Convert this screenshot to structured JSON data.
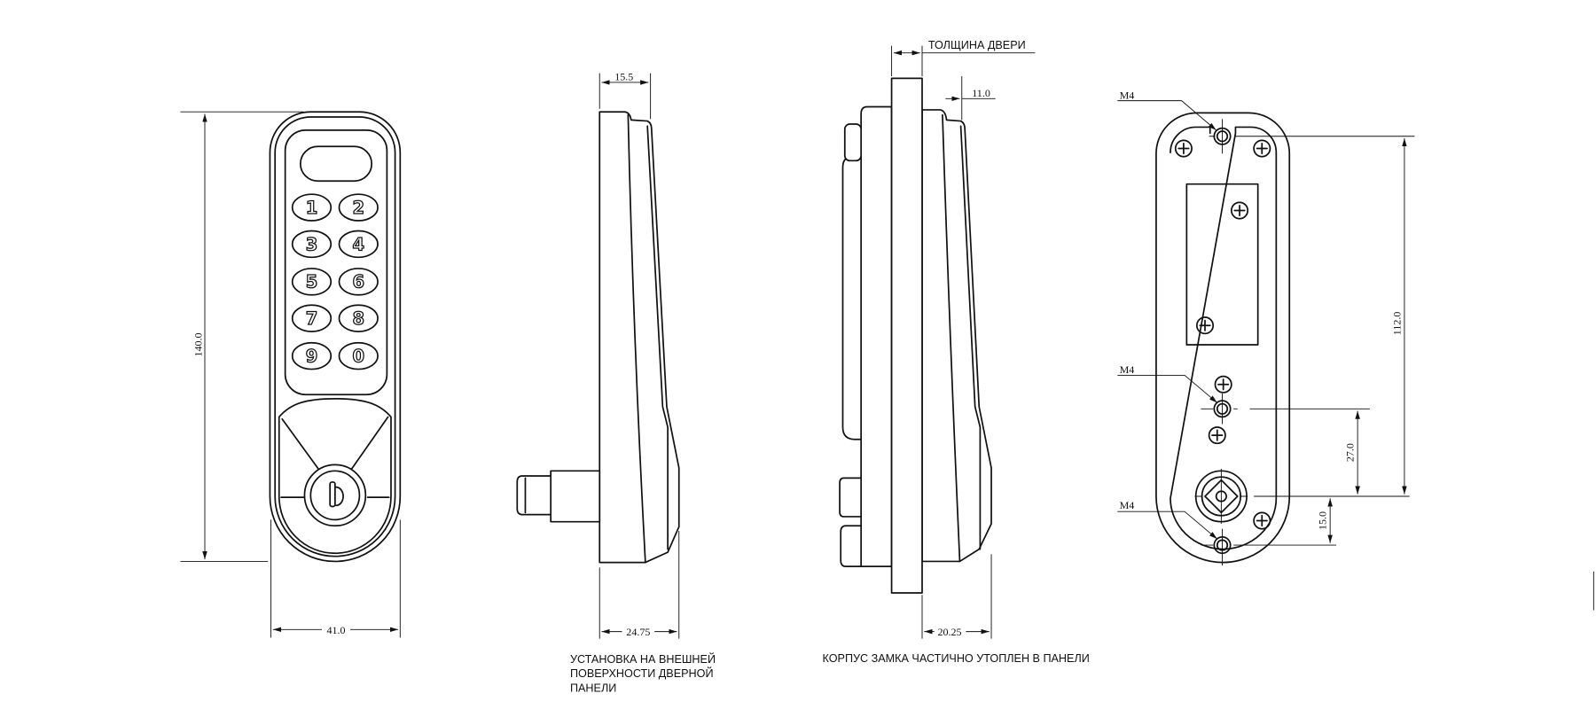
{
  "front_view": {
    "keypad_keys": [
      "1",
      "2",
      "3",
      "4",
      "5",
      "6",
      "7",
      "8",
      "9",
      "0"
    ],
    "height_dim": "140.0",
    "width_dim": "41.0"
  },
  "side_view_surface": {
    "depth_top_dim": "15.5",
    "depth_bottom_dim": "24.75",
    "caption_lines": [
      "УСТАНОВКА НА ВНЕШНЕЙ",
      "ПОВЕРХНОСТИ ДВЕРНОЙ",
      "ПАНЕЛИ"
    ]
  },
  "side_view_recessed": {
    "door_thickness_label": "ТОЛЩИНА ДВЕРИ",
    "recess_dim": "11.0",
    "depth_bottom_dim": "20.25",
    "caption": "КОРПУС ЗАМКА ЧАСТИЧНО УТОПЛЕН В ПАНЕЛИ"
  },
  "back_view": {
    "hole_labels": [
      "M4",
      "M4",
      "M4"
    ],
    "top_hole_to_cylinder_dim": "112.0",
    "middle_hole_to_cylinder_dim": "27.0",
    "cylinder_to_bottom_hole_dim": "15.0"
  }
}
